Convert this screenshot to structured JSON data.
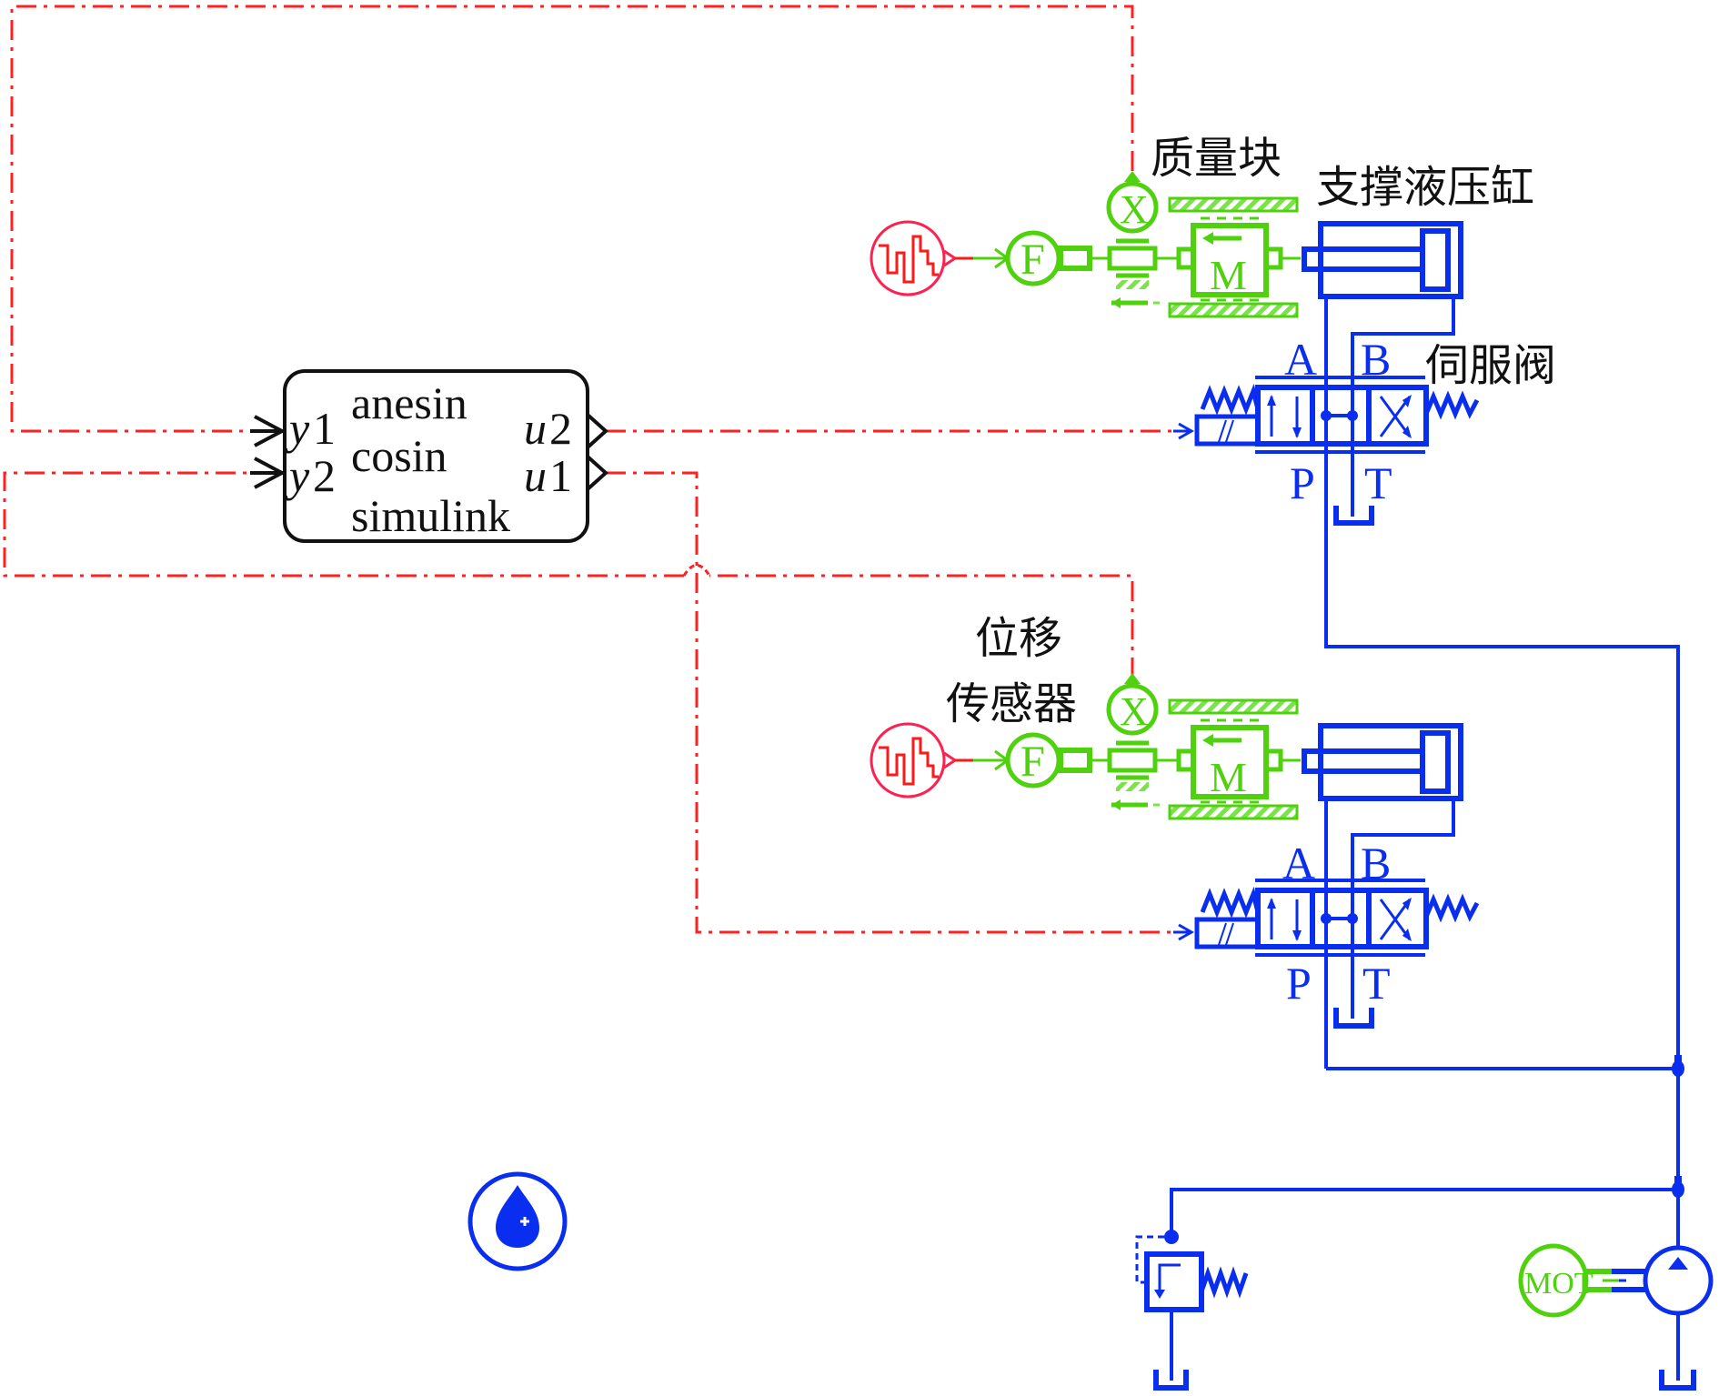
{
  "diagram": {
    "type": "hydraulic-control-schematic",
    "colors": {
      "signal": "#ff2020",
      "hydraulic": "#0a2ef0",
      "mechanical": "#4fd10e",
      "source": "#ff2050",
      "text": "#111111"
    },
    "controller": {
      "lines": [
        "anesin",
        "cosin",
        "simulink"
      ],
      "inputs": [
        {
          "var": "y",
          "idx": "1"
        },
        {
          "var": "y",
          "idx": "2"
        }
      ],
      "outputs": [
        {
          "var": "u",
          "idx": "2"
        },
        {
          "var": "u",
          "idx": "1"
        }
      ]
    },
    "labels": {
      "mass_block": "质量块",
      "support_cylinder": "支撑液压缸",
      "servo_valve": "伺服阀",
      "displacement_sensor_line1": "位移",
      "displacement_sensor_line2": "传感器"
    },
    "upper_channel": {
      "force_label": "F",
      "sensor_label": "X",
      "mass_label": "M",
      "valve_ports": {
        "a": "A",
        "b": "B",
        "p": "P",
        "t": "T"
      }
    },
    "lower_channel": {
      "force_label": "F",
      "sensor_label": "X",
      "mass_label": "M",
      "valve_ports": {
        "a": "A",
        "b": "B",
        "p": "P",
        "t": "T"
      }
    },
    "power_unit": {
      "motor_label": "MOT",
      "components": [
        "relief-valve",
        "pump",
        "electric-motor",
        "tank",
        "tank"
      ]
    },
    "icons": [
      "signal-source-icon",
      "force-source-icon",
      "displacement-sensor-icon",
      "mass-icon",
      "hydraulic-cylinder-icon",
      "servo-valve-icon",
      "relief-valve-icon",
      "pump-icon",
      "motor-icon",
      "tank-icon",
      "fluid-properties-icon"
    ]
  }
}
